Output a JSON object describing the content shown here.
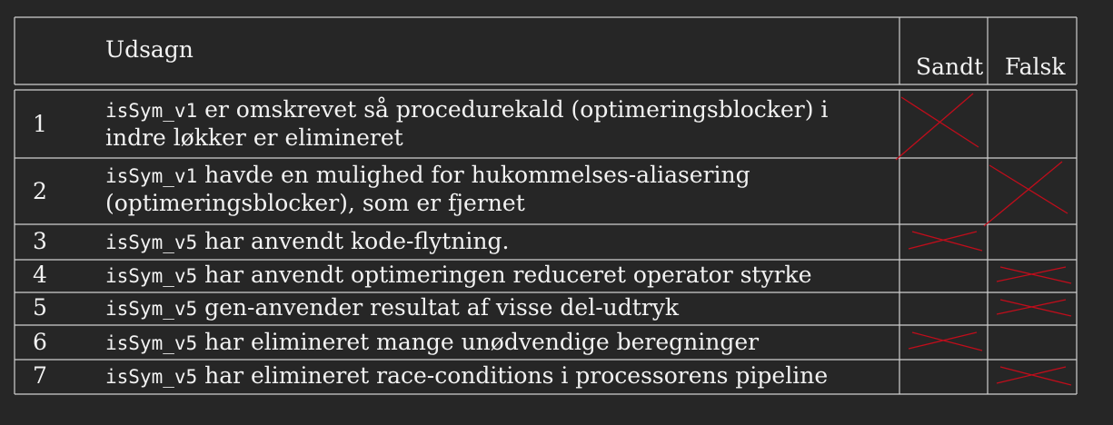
{
  "table": {
    "headers": {
      "statement": "Udsagn",
      "true": "Sandt",
      "false": "Falsk"
    },
    "rows": [
      {
        "num": "1",
        "code": "isSym_v1",
        "lines": [
          " er omskrevet så procedurekald (optimeringsblocker) i",
          "indre løkker er elimineret"
        ],
        "answer": "true"
      },
      {
        "num": "2",
        "code": "isSym_v1",
        "lines": [
          " havde en mulighed for hukommelses-aliasering",
          "(optimeringsblocker), som er fjernet"
        ],
        "answer": "false"
      },
      {
        "num": "3",
        "code": "isSym_v5",
        "lines": [
          " har anvendt kode-flytning."
        ],
        "answer": "true"
      },
      {
        "num": "4",
        "code": "isSym_v5",
        "lines": [
          " har anvendt optimeringen reduceret operator styrke"
        ],
        "answer": "false"
      },
      {
        "num": "5",
        "code": "isSym_v5",
        "lines": [
          " gen-anvender resultat af visse del-udtryk"
        ],
        "answer": "false"
      },
      {
        "num": "6",
        "code": "isSym_v5",
        "lines": [
          " har elimineret mange unødvendige beregninger"
        ],
        "answer": "true"
      },
      {
        "num": "7",
        "code": "isSym_v5",
        "lines": [
          " har elimineret race-conditions i processorens pipeline"
        ],
        "answer": "false"
      }
    ]
  },
  "colors": {
    "background": "#262626",
    "rule": "#cfcfcf",
    "mark": "#c00d1b",
    "text": "#f2f2f2"
  }
}
